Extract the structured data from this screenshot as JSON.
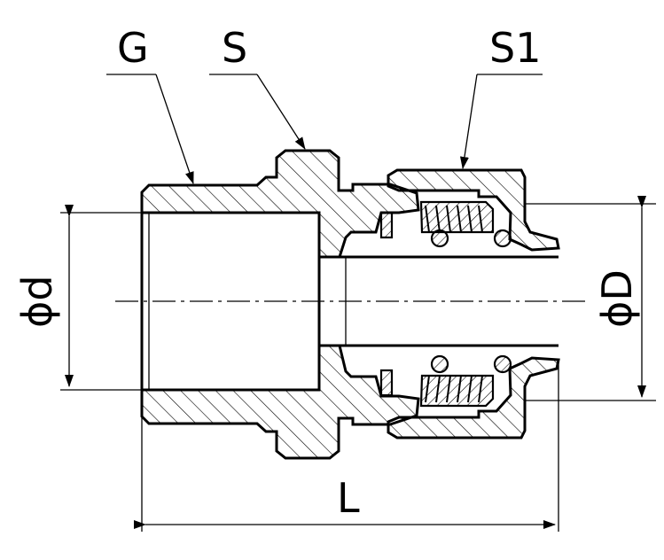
{
  "labels": {
    "thread": "G",
    "hex_main": "S",
    "hex_nut": "S1",
    "inner_diameter": "ϕd",
    "outer_diameter": "ϕD",
    "length": "L"
  }
}
